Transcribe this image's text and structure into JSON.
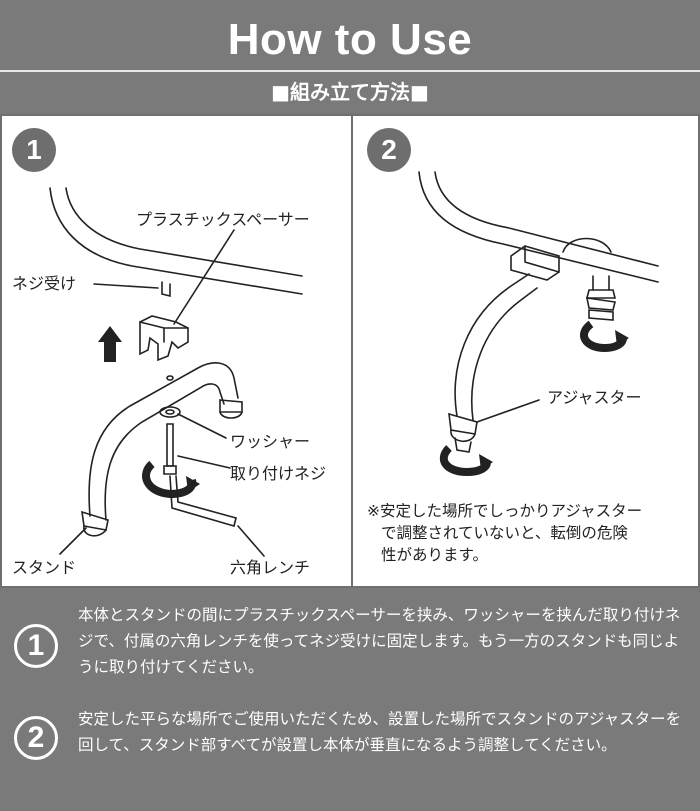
{
  "header": {
    "title": "How to Use",
    "subtitle": "■組み立て方法■"
  },
  "panel1": {
    "step": "1",
    "labels": {
      "spacer": "プラスチックスペーサー",
      "nut": "ネジ受け",
      "washer": "ワッシャー",
      "screw": "取り付けネジ",
      "stand": "スタンド",
      "wrench": "六角レンチ"
    }
  },
  "panel2": {
    "step": "2",
    "labels": {
      "adjuster": "アジャスター"
    },
    "note": {
      "line1": "※安定した場所でしっかりアジャスター",
      "line2": "で調整されていないと、転倒の危険",
      "line3": "性があります。"
    }
  },
  "instructions": [
    {
      "num": "1",
      "text": "本体とスタンドの間にプラスチックスペーサーを挟み、ワッシャーを挟んだ取り付けネジで、付属の六角レンチを使ってネジ受けに固定します。もう一方のスタンドも同じように取り付けてください。"
    },
    {
      "num": "2",
      "text": "安定した平らな場所でご使用いただくため、設置した場所でスタンドのアジャスターを回して、スタンド部すべてが設置し本体が垂直になるよう調整してください。"
    }
  ],
  "colors": {
    "gray": "#7a7a7a",
    "white": "#ffffff",
    "ink": "#222222"
  }
}
